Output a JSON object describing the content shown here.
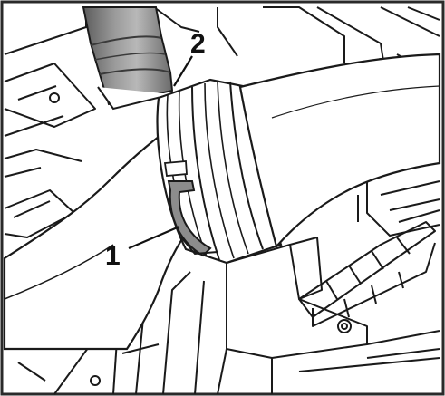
{
  "callouts": [
    {
      "id": "1",
      "label": "1"
    },
    {
      "id": "2",
      "label": "2"
    }
  ],
  "colors": {
    "line": "#1a1a1a",
    "hose_dark": "#6e6e6e",
    "hose_mid": "#8c8c8c",
    "hose_light": "#b4b4b4",
    "paper": "#ffffff",
    "frame": "#2a2a2a"
  }
}
